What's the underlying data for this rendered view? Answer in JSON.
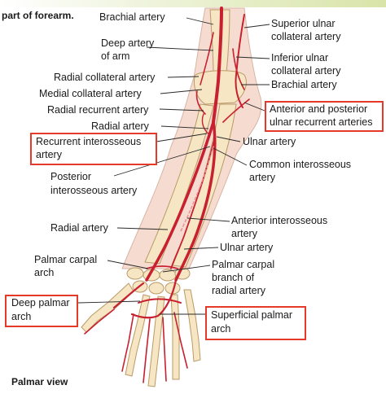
{
  "header": {
    "text": "part of forearm."
  },
  "view_label": "Palmar view",
  "labels": {
    "brachial_top": "Brachial artery",
    "superior_ulnar_1": "Superior ulnar",
    "superior_ulnar_2": "collateral artery",
    "deep_artery_1": "Deep artery",
    "deep_artery_2": "of arm",
    "inferior_ulnar_1": "Inferior ulnar",
    "inferior_ulnar_2": "collateral artery",
    "radial_collateral": "Radial collateral artery",
    "brachial_right": "Brachial artery",
    "medial_collateral": "Medial collateral artery",
    "radial_recurrent": "Radial recurrent artery",
    "ant_post_ulnar_1": "Anterior and posterior",
    "ant_post_ulnar_2": "ulnar recurrent arteries",
    "radial_artery_1": "Radial artery",
    "recurrent_interosseous_1": "Recurrent interosseous",
    "recurrent_interosseous_2": "artery",
    "ulnar_artery_1": "Ulnar artery",
    "common_interosseous_1": "Common interosseous",
    "common_interosseous_2": "artery",
    "posterior_interosseous_1": "Posterior",
    "posterior_interosseous_2": "interosseous artery",
    "radial_artery_2": "Radial artery",
    "anterior_interosseous_1": "Anterior interosseous",
    "anterior_interosseous_2": "artery",
    "ulnar_artery_2": "Ulnar artery",
    "palmar_carpal_arch_1": "Palmar carpal",
    "palmar_carpal_arch_2": "arch",
    "palmar_carpal_branch_1": "Palmar carpal",
    "palmar_carpal_branch_2": "branch of",
    "palmar_carpal_branch_3": "radial artery",
    "deep_palmar_1": "Deep palmar",
    "deep_palmar_2": "arch",
    "superficial_palmar_1": "Superficial palmar",
    "superficial_palmar_2": "arch"
  },
  "colors": {
    "highlight_box": "#e53a2a",
    "artery": "#c8202f",
    "artery_light": "#e98f96",
    "bone": "#f7e6c4",
    "bone_outline": "#b99a66",
    "skin": "#f6d8cc"
  }
}
